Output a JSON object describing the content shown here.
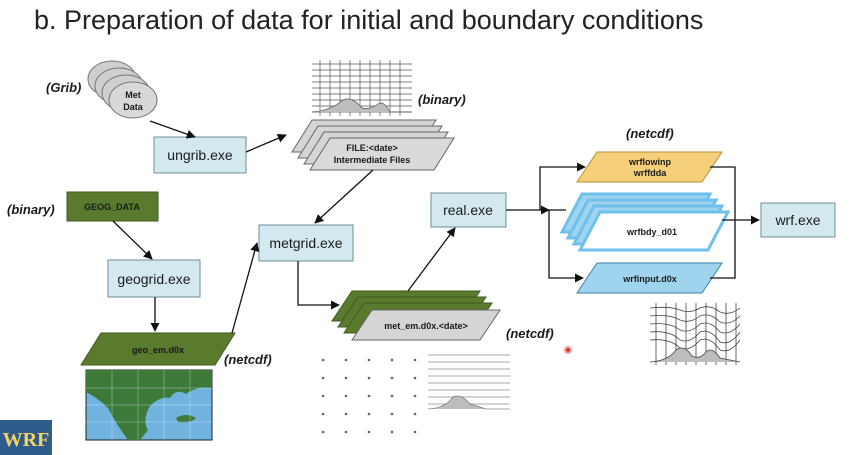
{
  "title": "b.   Preparation of data for initial and boundary conditions",
  "labels": {
    "grib": "(Grib)",
    "met_data_line1": "Met",
    "met_data_line2": "Data",
    "binary_top": "(binary)",
    "binary_left": "(binary)",
    "netcdf_top": "(netcdf)",
    "netcdf_geo": "(netcdf)",
    "netcdf_met": "(netcdf)",
    "file_line1": "FILE:<date>",
    "file_line2": "Intermediate Files",
    "geog_data": "GEOG_DATA",
    "geo_em": "geo_em.d0x",
    "met_em": "met_em.d0x.<date>",
    "wrflowinp": "wrflowinp",
    "wrffdda": "wrffdda",
    "wrfbdy": "wrfbdy_d01",
    "wrfinput": "wrfinput.d0x",
    "logo": "WRF"
  },
  "programs": {
    "ungrib": "ungrib.exe",
    "geogrid": "geogrid.exe",
    "metgrid": "metgrid.exe",
    "real": "real.exe",
    "wrf": "wrf.exe"
  },
  "colors": {
    "program_box": "#d4e9ef",
    "green_data": "#5a7a2e",
    "gray_file": "#d5d5d5",
    "yellow_file": "#f5cf7a",
    "blue_file": "#9fd4ef",
    "map_ocean": "#6fb3de",
    "map_land": "#3d7a3a"
  }
}
